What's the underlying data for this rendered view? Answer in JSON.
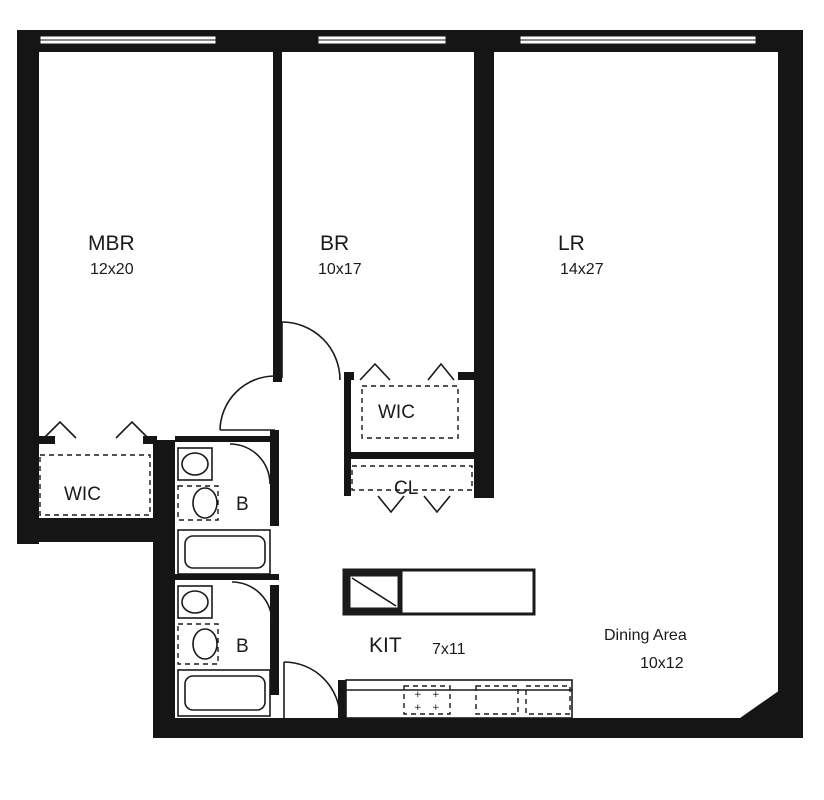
{
  "rooms": {
    "mbr": {
      "name": "MBR",
      "size": "12x20"
    },
    "br": {
      "name": "BR",
      "size": "10x17"
    },
    "lr": {
      "name": "LR",
      "size": "14x27"
    },
    "kit": {
      "name": "KIT",
      "size": "7x11"
    },
    "dining": {
      "name": "Dining Area",
      "size": "10x12"
    }
  },
  "closets": {
    "wic_br": "WIC",
    "wic_mbr": "WIC",
    "cl": "CL"
  },
  "baths": {
    "bath_1": "B",
    "bath_2": "B"
  }
}
